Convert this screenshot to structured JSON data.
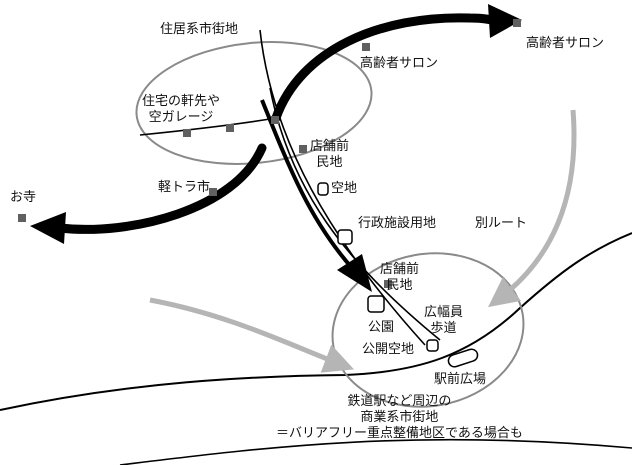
{
  "labels": {
    "residential_area": "住居系市街地",
    "senior_salon_small": "高齢者サロン",
    "senior_salon_large": "高齢者サロン",
    "home_eaves_garage": "住宅の軒先や\n空ガレージ",
    "store_front_private_upper": "店舗前\n民地",
    "vacant_lot": "空地",
    "light_truck_market": "軽トラ市",
    "temple": "お寺",
    "admin_facility_land": "行政施設用地",
    "alternate_route": "別ルート",
    "store_front_private_lower": "店舗前\n民地",
    "wide_sidewalk": "広幅員\n歩道",
    "park": "公園",
    "public_vacant_lot": "公開空地",
    "station_plaza": "駅前広場",
    "commercial_area_note": "鉄道駅など周辺の\n商業系市街地\n＝バリアフリー重点整備地区である場合も"
  },
  "colors": {
    "main_arrow": "#000000",
    "secondary_arrow": "#b5b5b5",
    "ellipse_outline": "#8a8a8a",
    "marker": "#606060"
  }
}
